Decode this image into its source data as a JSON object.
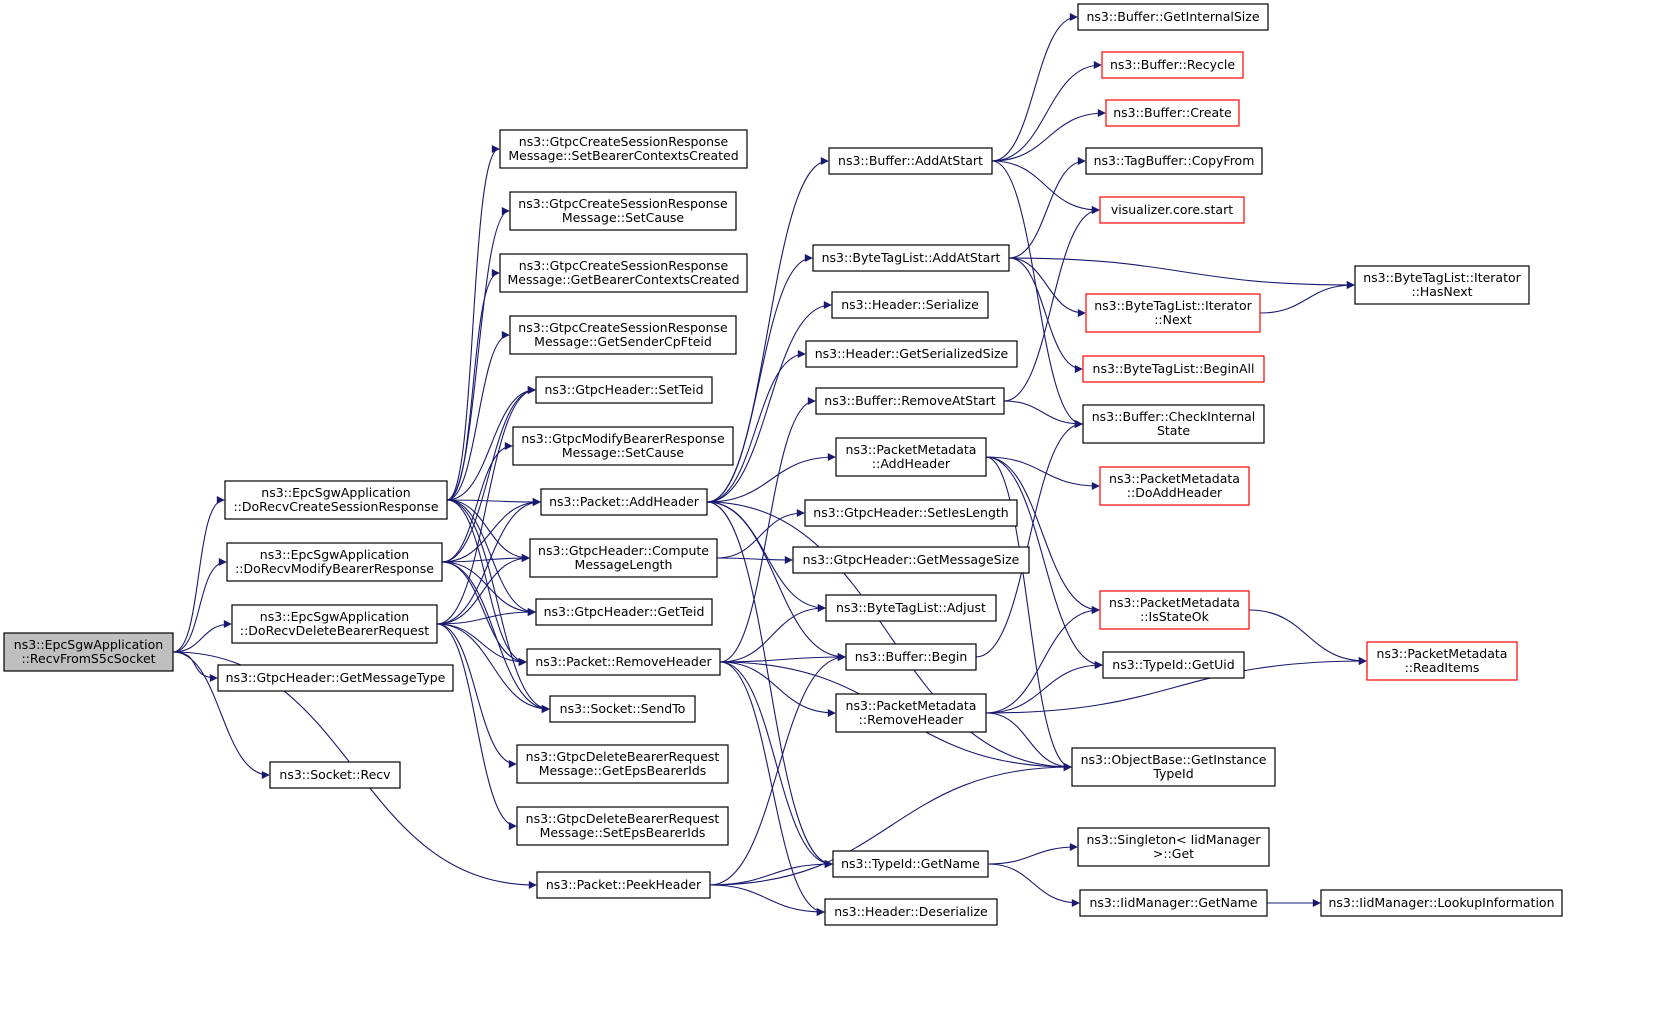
{
  "diagram": {
    "type": "call-graph",
    "edge_color": "#191970",
    "nodes": [
      {
        "id": "root",
        "lines": [
          "ns3::EpcSgwApplication",
          "::RecvFromS5cSocket"
        ],
        "style": "root"
      },
      {
        "id": "dcsr",
        "lines": [
          "ns3::EpcSgwApplication",
          "::DoRecvCreateSessionResponse"
        ]
      },
      {
        "id": "dmbr",
        "lines": [
          "ns3::EpcSgwApplication",
          "::DoRecvModifyBearerResponse"
        ]
      },
      {
        "id": "ddbr",
        "lines": [
          "ns3::EpcSgwApplication",
          "::DoRecvDeleteBearerRequest"
        ]
      },
      {
        "id": "gmt",
        "lines": [
          "ns3::GtpcHeader::GetMessageType"
        ]
      },
      {
        "id": "srecv",
        "lines": [
          "ns3::Socket::Recv"
        ]
      },
      {
        "id": "csr_sbcc",
        "lines": [
          "ns3::GtpcCreateSessionResponse",
          "Message::SetBearerContextsCreated"
        ]
      },
      {
        "id": "csr_sc",
        "lines": [
          "ns3::GtpcCreateSessionResponse",
          "Message::SetCause"
        ]
      },
      {
        "id": "csr_gbcc",
        "lines": [
          "ns3::GtpcCreateSessionResponse",
          "Message::GetBearerContextsCreated"
        ]
      },
      {
        "id": "csr_gsc",
        "lines": [
          "ns3::GtpcCreateSessionResponse",
          "Message::GetSenderCpFteid"
        ]
      },
      {
        "id": "gh_st",
        "lines": [
          "ns3::GtpcHeader::SetTeid"
        ]
      },
      {
        "id": "mbr_sc",
        "lines": [
          "ns3::GtpcModifyBearerResponse",
          "Message::SetCause"
        ]
      },
      {
        "id": "p_ah",
        "lines": [
          "ns3::Packet::AddHeader"
        ]
      },
      {
        "id": "gh_cml",
        "lines": [
          "ns3::GtpcHeader::Compute",
          "MessageLength"
        ]
      },
      {
        "id": "gh_gt",
        "lines": [
          "ns3::GtpcHeader::GetTeid"
        ]
      },
      {
        "id": "p_rh",
        "lines": [
          "ns3::Packet::RemoveHeader"
        ]
      },
      {
        "id": "s_st",
        "lines": [
          "ns3::Socket::SendTo"
        ]
      },
      {
        "id": "dbr_gebi",
        "lines": [
          "ns3::GtpcDeleteBearerRequest",
          "Message::GetEpsBearerIds"
        ]
      },
      {
        "id": "dbr_sebi",
        "lines": [
          "ns3::GtpcDeleteBearerRequest",
          "Message::SetEpsBearerIds"
        ]
      },
      {
        "id": "p_ph",
        "lines": [
          "ns3::Packet::PeekHeader"
        ]
      },
      {
        "id": "b_aas",
        "lines": [
          "ns3::Buffer::AddAtStart"
        ]
      },
      {
        "id": "btl_aas",
        "lines": [
          "ns3::ByteTagList::AddAtStart"
        ]
      },
      {
        "id": "h_ser",
        "lines": [
          "ns3::Header::Serialize"
        ]
      },
      {
        "id": "h_gss",
        "lines": [
          "ns3::Header::GetSerializedSize"
        ]
      },
      {
        "id": "b_ras",
        "lines": [
          "ns3::Buffer::RemoveAtStart"
        ]
      },
      {
        "id": "pm_ah",
        "lines": [
          "ns3::PacketMetadata",
          "::AddHeader"
        ]
      },
      {
        "id": "gh_sil",
        "lines": [
          "ns3::GtpcHeader::SetIesLength"
        ]
      },
      {
        "id": "gh_gms",
        "lines": [
          "ns3::GtpcHeader::GetMessageSize"
        ]
      },
      {
        "id": "btl_adj",
        "lines": [
          "ns3::ByteTagList::Adjust"
        ]
      },
      {
        "id": "b_begin",
        "lines": [
          "ns3::Buffer::Begin"
        ]
      },
      {
        "id": "pm_rh",
        "lines": [
          "ns3::PacketMetadata",
          "::RemoveHeader"
        ]
      },
      {
        "id": "tid_gn",
        "lines": [
          "ns3::TypeId::GetName"
        ]
      },
      {
        "id": "h_des",
        "lines": [
          "ns3::Header::Deserialize"
        ]
      },
      {
        "id": "b_gis",
        "lines": [
          "ns3::Buffer::GetInternalSize"
        ]
      },
      {
        "id": "b_rec",
        "lines": [
          "ns3::Buffer::Recycle"
        ],
        "style": "truncated"
      },
      {
        "id": "b_cre",
        "lines": [
          "ns3::Buffer::Create"
        ],
        "style": "truncated"
      },
      {
        "id": "tb_cf",
        "lines": [
          "ns3::TagBuffer::CopyFrom"
        ]
      },
      {
        "id": "viz",
        "lines": [
          "visualizer.core.start"
        ],
        "style": "truncated"
      },
      {
        "id": "btli_next",
        "lines": [
          "ns3::ByteTagList::Iterator",
          "::Next"
        ],
        "style": "truncated"
      },
      {
        "id": "btl_ba",
        "lines": [
          "ns3::ByteTagList::BeginAll"
        ],
        "style": "truncated"
      },
      {
        "id": "b_cis",
        "lines": [
          "ns3::Buffer::CheckInternal",
          "State"
        ]
      },
      {
        "id": "pm_dah",
        "lines": [
          "ns3::PacketMetadata",
          "::DoAddHeader"
        ],
        "style": "truncated"
      },
      {
        "id": "pm_iso",
        "lines": [
          "ns3::PacketMetadata",
          "::IsStateOk"
        ],
        "style": "truncated"
      },
      {
        "id": "tid_gu",
        "lines": [
          "ns3::TypeId::GetUid"
        ]
      },
      {
        "id": "ob_gitid",
        "lines": [
          "ns3::ObjectBase::GetInstance",
          "TypeId"
        ]
      },
      {
        "id": "sing_get",
        "lines": [
          "ns3::Singleton< IidManager",
          ">::Get"
        ]
      },
      {
        "id": "iid_gn",
        "lines": [
          "ns3::IidManager::GetName"
        ]
      },
      {
        "id": "btli_hn",
        "lines": [
          "ns3::ByteTagList::Iterator",
          "::HasNext"
        ]
      },
      {
        "id": "pm_ri",
        "lines": [
          "ns3::PacketMetadata",
          "::ReadItems"
        ],
        "style": "truncated"
      },
      {
        "id": "iid_li",
        "lines": [
          "ns3::IidManager::LookupInformation"
        ]
      }
    ],
    "edges": [
      [
        "root",
        "dcsr"
      ],
      [
        "root",
        "dmbr"
      ],
      [
        "root",
        "ddbr"
      ],
      [
        "root",
        "gmt"
      ],
      [
        "root",
        "srecv"
      ],
      [
        "root",
        "p_ph"
      ],
      [
        "dcsr",
        "csr_sbcc"
      ],
      [
        "dcsr",
        "csr_sc"
      ],
      [
        "dcsr",
        "csr_gbcc"
      ],
      [
        "dcsr",
        "csr_gsc"
      ],
      [
        "dcsr",
        "gh_st"
      ],
      [
        "dcsr",
        "p_ah"
      ],
      [
        "dcsr",
        "gh_cml"
      ],
      [
        "dcsr",
        "gh_gt"
      ],
      [
        "dcsr",
        "p_rh"
      ],
      [
        "dcsr",
        "s_st"
      ],
      [
        "dmbr",
        "gh_st"
      ],
      [
        "dmbr",
        "mbr_sc"
      ],
      [
        "dmbr",
        "p_ah"
      ],
      [
        "dmbr",
        "gh_cml"
      ],
      [
        "dmbr",
        "gh_gt"
      ],
      [
        "dmbr",
        "p_rh"
      ],
      [
        "dmbr",
        "s_st"
      ],
      [
        "ddbr",
        "gh_st"
      ],
      [
        "ddbr",
        "p_ah"
      ],
      [
        "ddbr",
        "gh_cml"
      ],
      [
        "ddbr",
        "gh_gt"
      ],
      [
        "ddbr",
        "p_rh"
      ],
      [
        "ddbr",
        "s_st"
      ],
      [
        "ddbr",
        "dbr_gebi"
      ],
      [
        "ddbr",
        "dbr_sebi"
      ],
      [
        "p_ah",
        "b_aas"
      ],
      [
        "p_ah",
        "btl_aas"
      ],
      [
        "p_ah",
        "h_ser"
      ],
      [
        "p_ah",
        "h_gss"
      ],
      [
        "p_ah",
        "pm_ah"
      ],
      [
        "p_ah",
        "btl_adj"
      ],
      [
        "p_ah",
        "b_begin"
      ],
      [
        "p_ah",
        "tid_gn"
      ],
      [
        "p_ah",
        "ob_gitid"
      ],
      [
        "gh_cml",
        "gh_sil"
      ],
      [
        "gh_cml",
        "gh_gms"
      ],
      [
        "p_rh",
        "b_ras"
      ],
      [
        "p_rh",
        "btl_adj"
      ],
      [
        "p_rh",
        "b_begin"
      ],
      [
        "p_rh",
        "pm_rh"
      ],
      [
        "p_rh",
        "tid_gn"
      ],
      [
        "p_rh",
        "h_des"
      ],
      [
        "p_rh",
        "ob_gitid"
      ],
      [
        "p_ph",
        "b_begin"
      ],
      [
        "p_ph",
        "tid_gn"
      ],
      [
        "p_ph",
        "h_des"
      ],
      [
        "p_ph",
        "ob_gitid"
      ],
      [
        "b_aas",
        "b_gis"
      ],
      [
        "b_aas",
        "b_rec"
      ],
      [
        "b_aas",
        "b_cre"
      ],
      [
        "b_aas",
        "viz"
      ],
      [
        "b_aas",
        "b_cis"
      ],
      [
        "btl_aas",
        "tb_cf"
      ],
      [
        "btl_aas",
        "btli_next"
      ],
      [
        "btl_aas",
        "btl_ba"
      ],
      [
        "btl_aas",
        "btli_hn"
      ],
      [
        "b_ras",
        "viz"
      ],
      [
        "b_ras",
        "b_cis"
      ],
      [
        "pm_ah",
        "pm_dah"
      ],
      [
        "pm_ah",
        "pm_iso"
      ],
      [
        "pm_ah",
        "tid_gu"
      ],
      [
        "pm_ah",
        "ob_gitid"
      ],
      [
        "b_begin",
        "b_cis"
      ],
      [
        "pm_rh",
        "pm_iso"
      ],
      [
        "pm_rh",
        "tid_gu"
      ],
      [
        "pm_rh",
        "ob_gitid"
      ],
      [
        "pm_rh",
        "pm_ri"
      ],
      [
        "tid_gn",
        "sing_get"
      ],
      [
        "tid_gn",
        "iid_gn"
      ],
      [
        "iid_gn",
        "iid_li"
      ],
      [
        "btli_next",
        "btli_hn"
      ],
      [
        "pm_iso",
        "pm_ri"
      ]
    ]
  }
}
